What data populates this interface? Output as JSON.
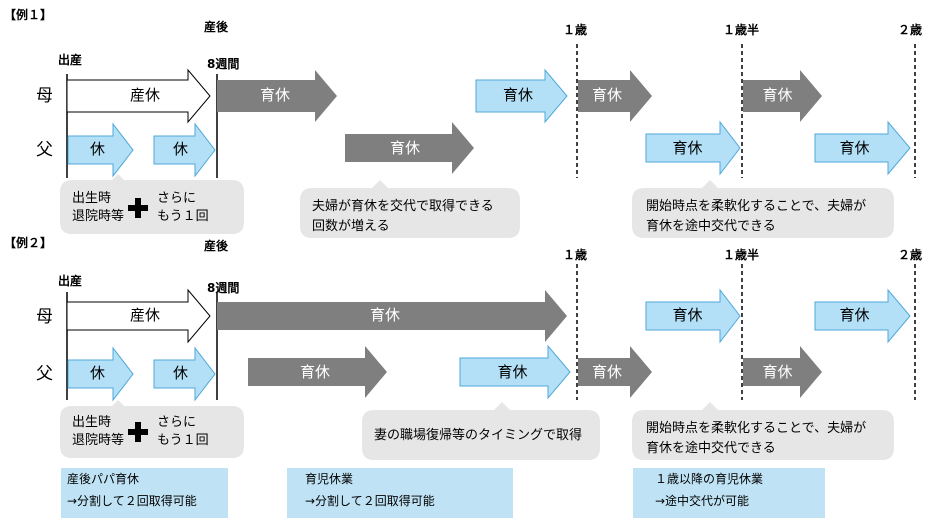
{
  "colors": {
    "gray": "#7f7f7f",
    "lightblue": "#b3e0f7",
    "blueborder": "#4fa8d8",
    "bubble": "#e6e6e6",
    "note": "#bfe3f5"
  },
  "ex1": {
    "label": "【例１】",
    "hdr_birth_after": "産後",
    "hdr_1y": "１歳",
    "hdr_15y": "１歳半",
    "hdr_2y": "２歳",
    "birth": "出産",
    "week8": "8週間",
    "mother": "母",
    "father": "父",
    "m_sankyu": "産休",
    "m_ikukyu1": "育休",
    "m_ikukyu2": "育休",
    "m_ikukyu3": "育休",
    "m_ikukyu4": "育休",
    "f_kyu1": "休",
    "f_kyu2": "休",
    "f_ikukyu1": "育休",
    "f_ikukyu2": "育休",
    "f_ikukyu3": "育休",
    "c1_l1": "出生時",
    "c1_l2": "退院時等",
    "c1_r1": "さらに",
    "c1_r2": "もう１回",
    "c2_l1": "夫婦が育休を交代で取得できる",
    "c2_l2": "回数が増える",
    "c3_l1": "開始時点を柔軟化することで、夫婦が",
    "c3_l2": "育休を途中交代できる"
  },
  "ex2": {
    "label": "【例２】",
    "hdr_birth_after": "産後",
    "hdr_1y": "１歳",
    "hdr_15y": "１歳半",
    "hdr_2y": "２歳",
    "birth": "出産",
    "week8": "8週間",
    "mother": "母",
    "father": "父",
    "m_sankyu": "産休",
    "m_ikukyu1": "育休",
    "m_ikukyu2": "育休",
    "m_ikukyu3": "育休",
    "f_kyu1": "休",
    "f_kyu2": "休",
    "f_ikukyu1": "育休",
    "f_ikukyu2": "育休",
    "f_ikukyu3": "育休",
    "f_ikukyu4": "育休",
    "c1_l1": "出生時",
    "c1_l2": "退院時等",
    "c1_r1": "さらに",
    "c1_r2": "もう１回",
    "c2_l1": "妻の職場復帰等のタイミングで取得",
    "c3_l1": "開始時点を柔軟化することで、夫婦が",
    "c3_l2": "育休を途中交代できる"
  },
  "notes": {
    "n1_l1": "産後パパ育休",
    "n1_l2": "→分割して２回取得可能",
    "n2_l1": "育児休業",
    "n2_l2": "→分割して２回取得可能",
    "n3_l1": "１歳以降の育児休業",
    "n3_l2": "→途中交代が可能"
  }
}
